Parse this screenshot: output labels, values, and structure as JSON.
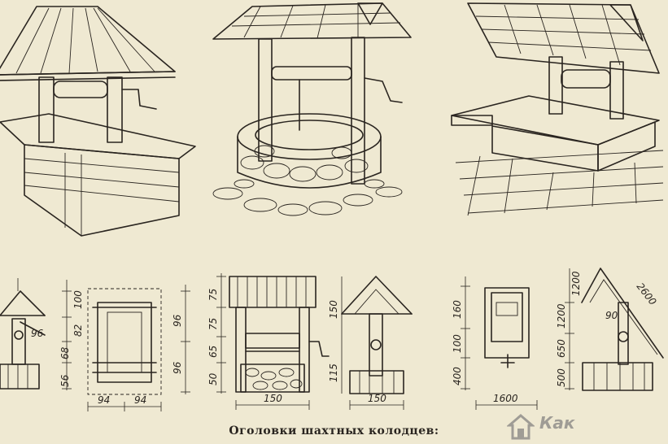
{
  "caption": "Оголовки шахтных колодцев:",
  "watermark": {
    "text": "Как",
    "logo_icon": "house-logo-icon"
  },
  "drawings": {
    "drawing_1": {
      "labels_vertical": [
        "100",
        "82",
        "68",
        "56"
      ],
      "label_inner": "96",
      "labels_horizontal": []
    },
    "drawing_2": {
      "labels_vertical": [
        "96",
        "96"
      ],
      "labels_horizontal": [
        "94",
        "94"
      ]
    },
    "drawing_3": {
      "labels_vertical": [
        "75",
        "75",
        "65",
        "50"
      ],
      "labels_horizontal": [
        "150"
      ]
    },
    "drawing_4": {
      "labels_vertical": [
        "150",
        "115"
      ],
      "labels_horizontal": [
        "150"
      ]
    },
    "drawing_5": {
      "labels_vertical": [
        "160",
        "100",
        "400"
      ],
      "labels_horizontal": [
        "1600"
      ]
    },
    "drawing_6": {
      "labels_vertical": [
        "1200",
        "1200",
        "650",
        "500"
      ],
      "labels_diagonal": [
        "2600"
      ],
      "label_inner": "90"
    }
  },
  "colors": {
    "paper": "#efe9d2",
    "ink": "#2a2520"
  }
}
